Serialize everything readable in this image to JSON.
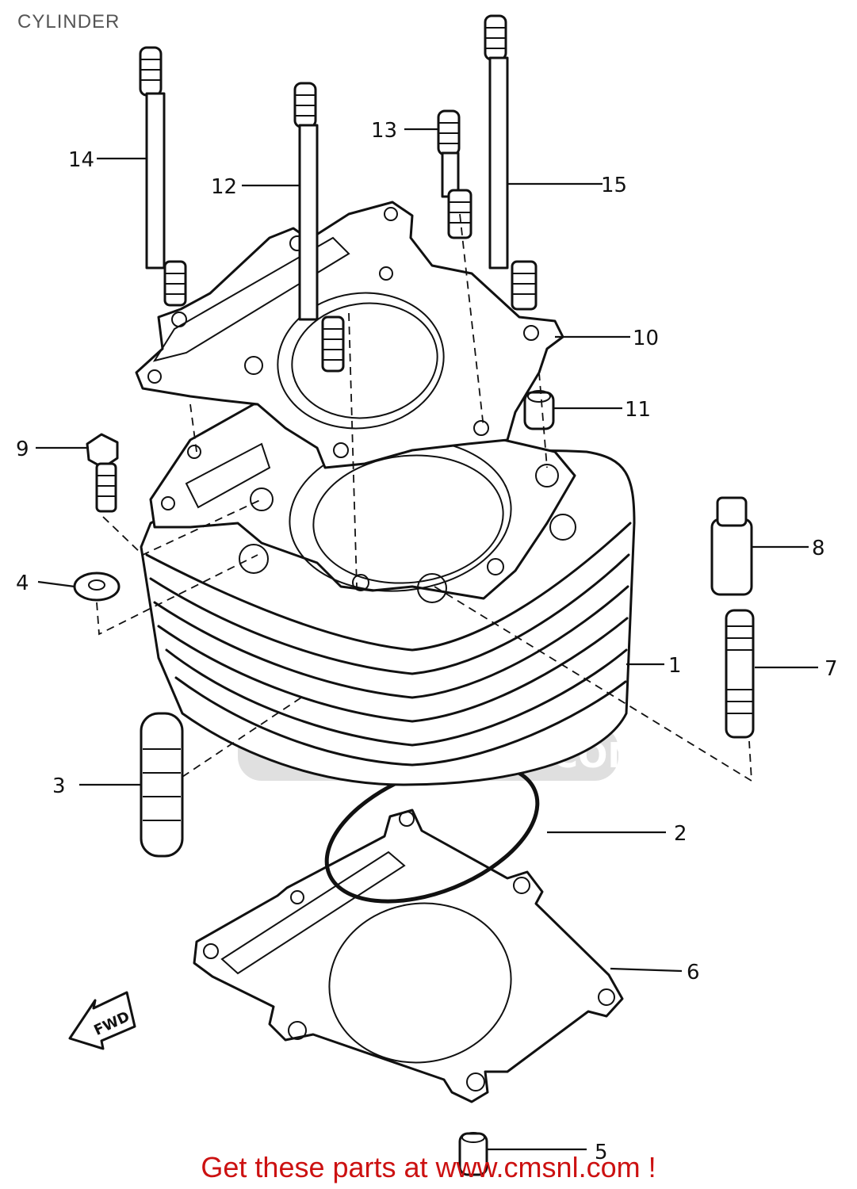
{
  "title": "CYLINDER",
  "footer": "Get these parts at www.cmsnl.com !",
  "arrow_label": "FWD",
  "watermark_text": ".COM",
  "colors": {
    "footer": "#cc1111",
    "line": "#111111",
    "title": "#555555"
  },
  "callouts": [
    "1",
    "2",
    "3",
    "4",
    "5",
    "6",
    "7",
    "8",
    "9",
    "10",
    "11",
    "12",
    "13",
    "14",
    "15"
  ]
}
